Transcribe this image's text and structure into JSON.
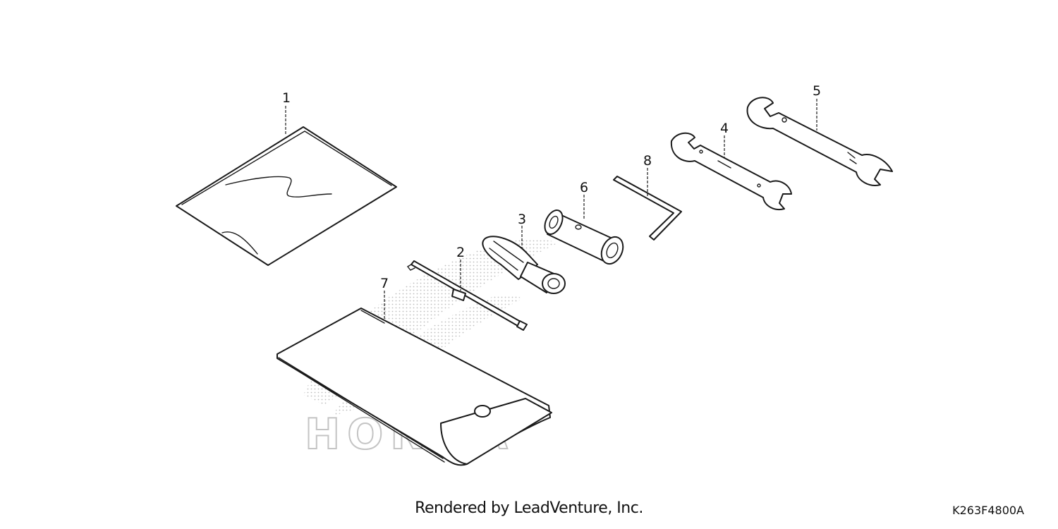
{
  "diagram": {
    "parts": [
      {
        "callout": "1",
        "icon": "manual-bag-icon"
      },
      {
        "callout": "2",
        "icon": "screwdriver-bit-icon"
      },
      {
        "callout": "3",
        "icon": "screwdriver-handle-icon"
      },
      {
        "callout": "4",
        "icon": "open-end-wrench-small-icon"
      },
      {
        "callout": "5",
        "icon": "open-end-wrench-large-icon"
      },
      {
        "callout": "6",
        "icon": "spark-plug-socket-wrench-icon"
      },
      {
        "callout": "7",
        "icon": "tool-bag-icon"
      },
      {
        "callout": "8",
        "icon": "hex-key-icon"
      }
    ],
    "watermark": "HONDA"
  },
  "footer": {
    "credit": "Rendered by LeadVenture, Inc.",
    "code": "K263F4800A"
  }
}
